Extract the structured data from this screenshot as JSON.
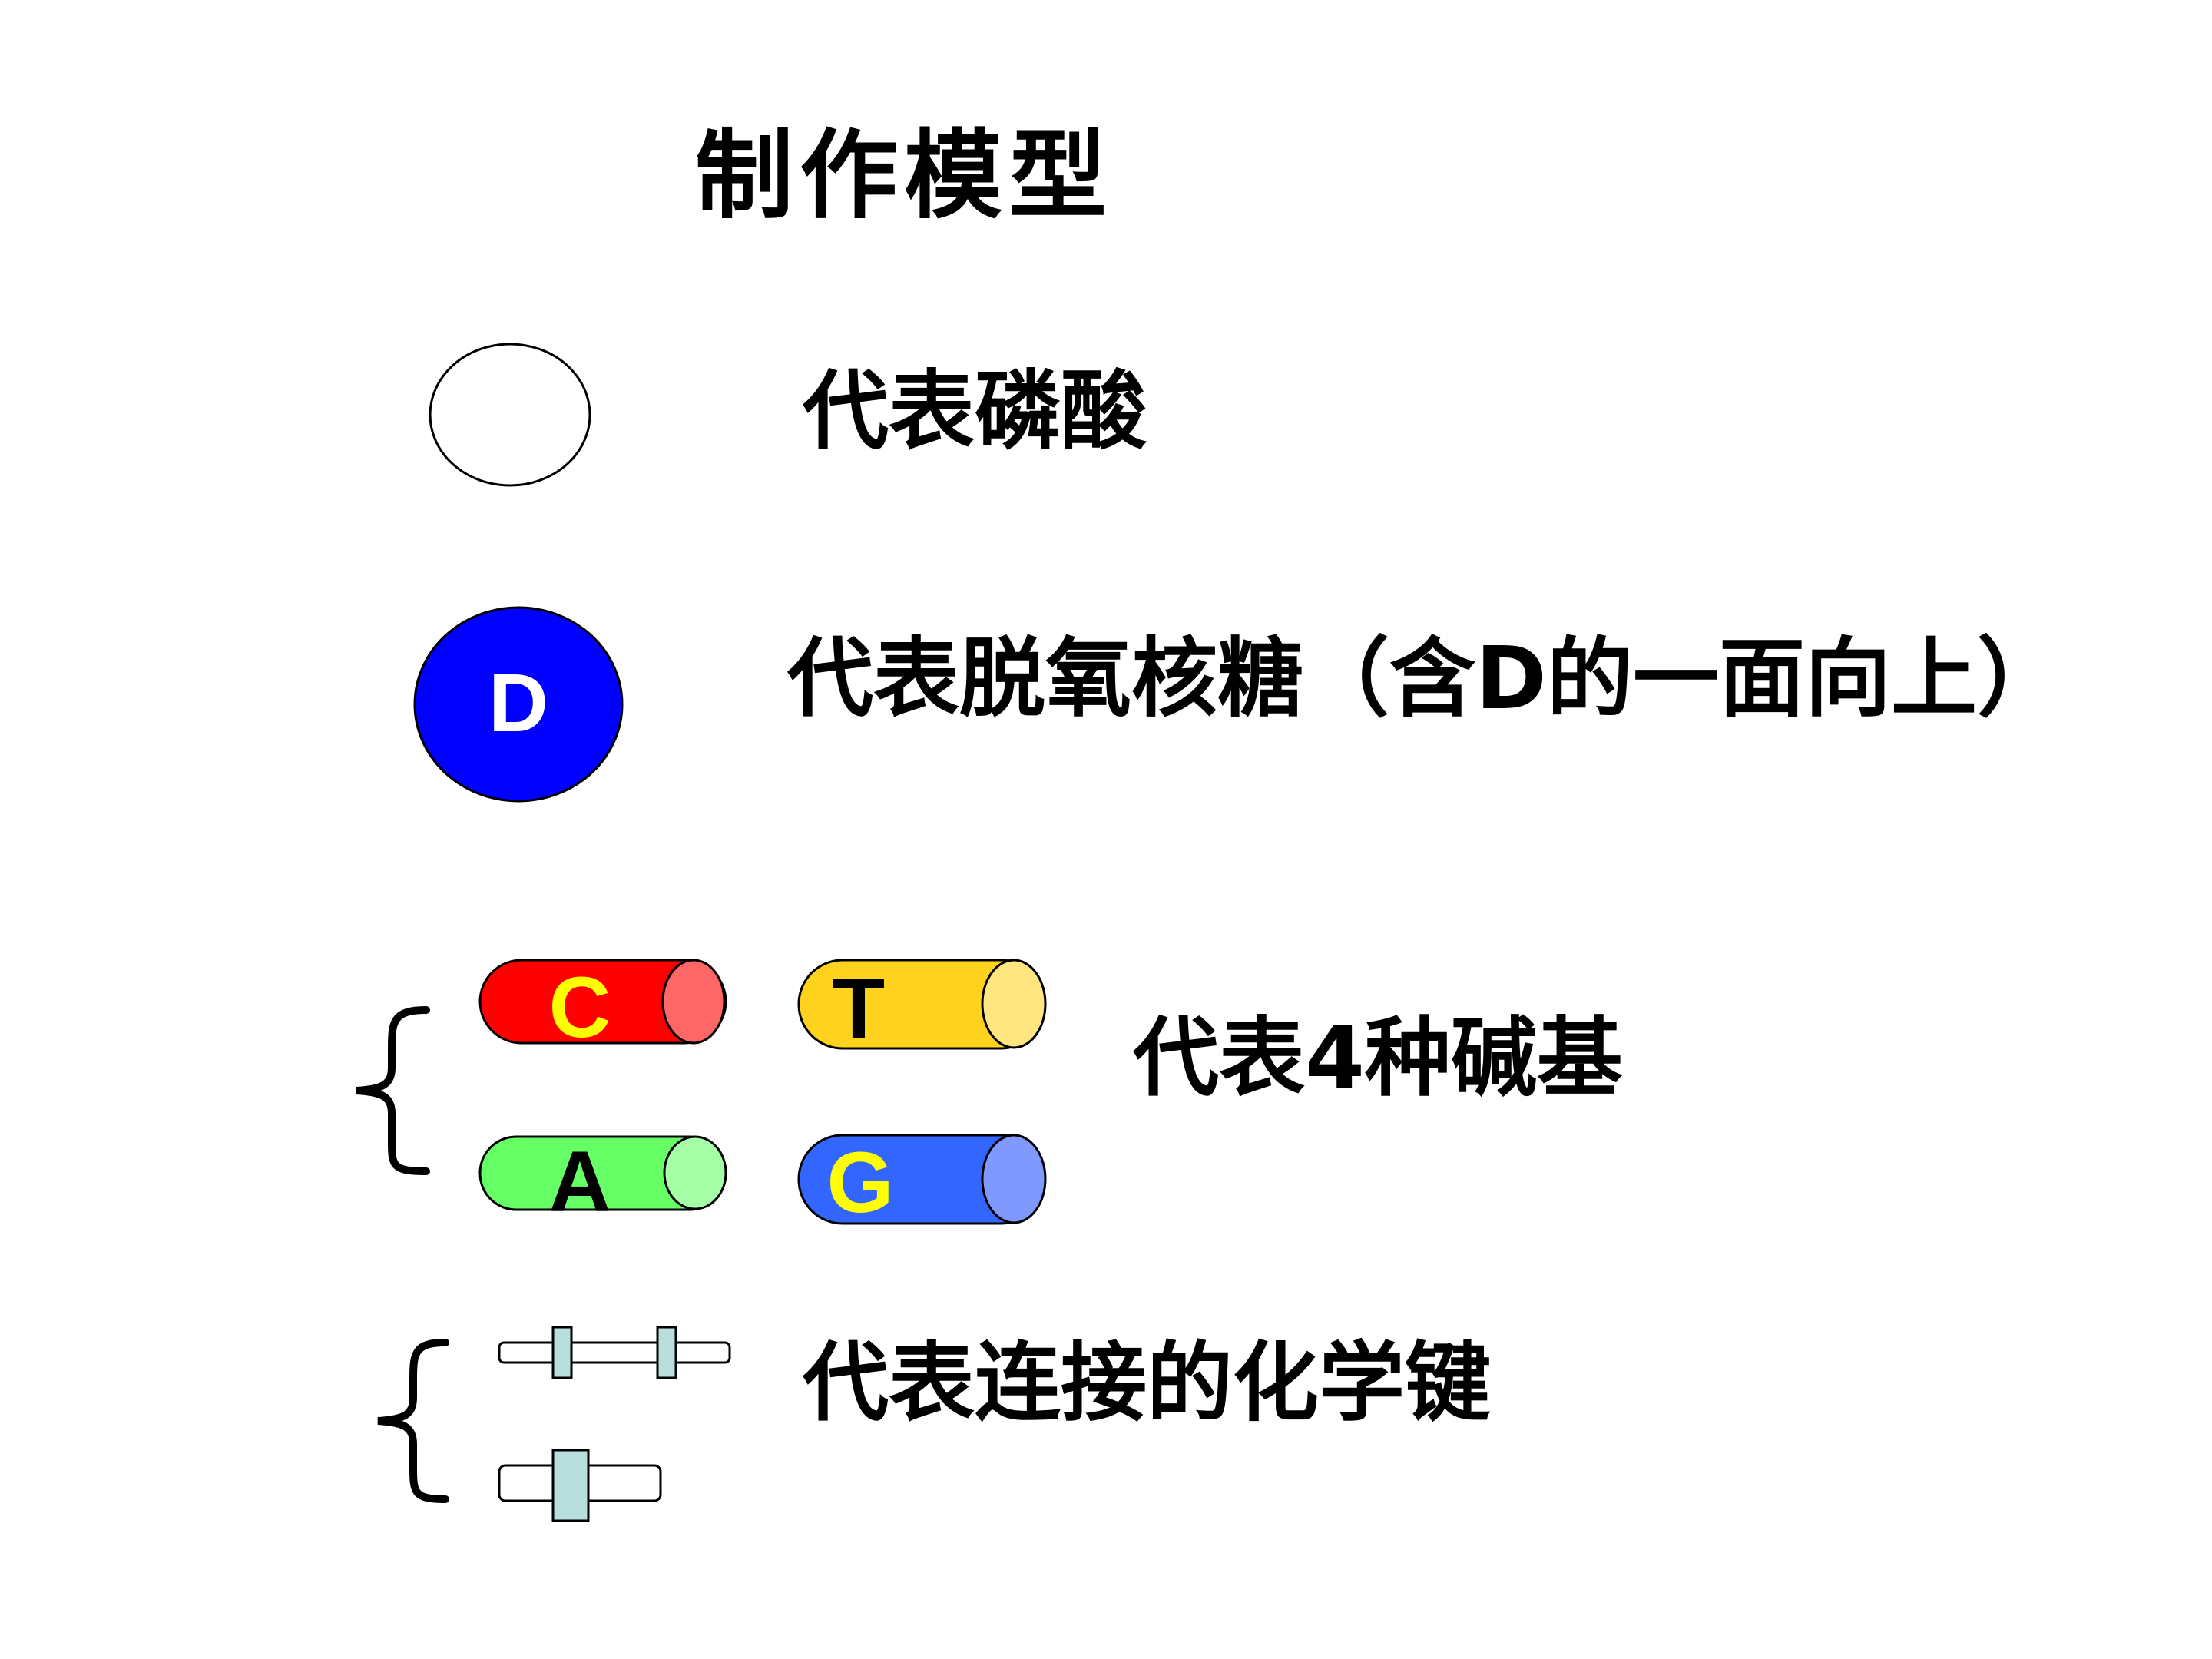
{
  "title": "制作模型",
  "legend": {
    "phosphate_label": "代表磷酸",
    "sugar_label": "代表脱氧核糖（含D的一面向上）",
    "sugar_letter": "D",
    "bases_label": "代表4种碱基",
    "bonds_label": "代表连接的化学键"
  },
  "bases": [
    {
      "letter": "C",
      "body_color": "#ff0000",
      "cap_color": "#ff6666",
      "letter_color": "#ffff00"
    },
    {
      "letter": "T",
      "body_color": "#ffd21e",
      "cap_color": "#ffe680",
      "letter_color": "#000000"
    },
    {
      "letter": "A",
      "body_color": "#66ff66",
      "cap_color": "#a6ffa6",
      "letter_color": "#000000"
    },
    {
      "letter": "G",
      "body_color": "#3366ff",
      "cap_color": "#8099ff",
      "letter_color": "#ffff00"
    }
  ],
  "colors": {
    "sugar_fill": "#0000ff",
    "bond_peg": "#b8dede",
    "outline": "#000000"
  }
}
